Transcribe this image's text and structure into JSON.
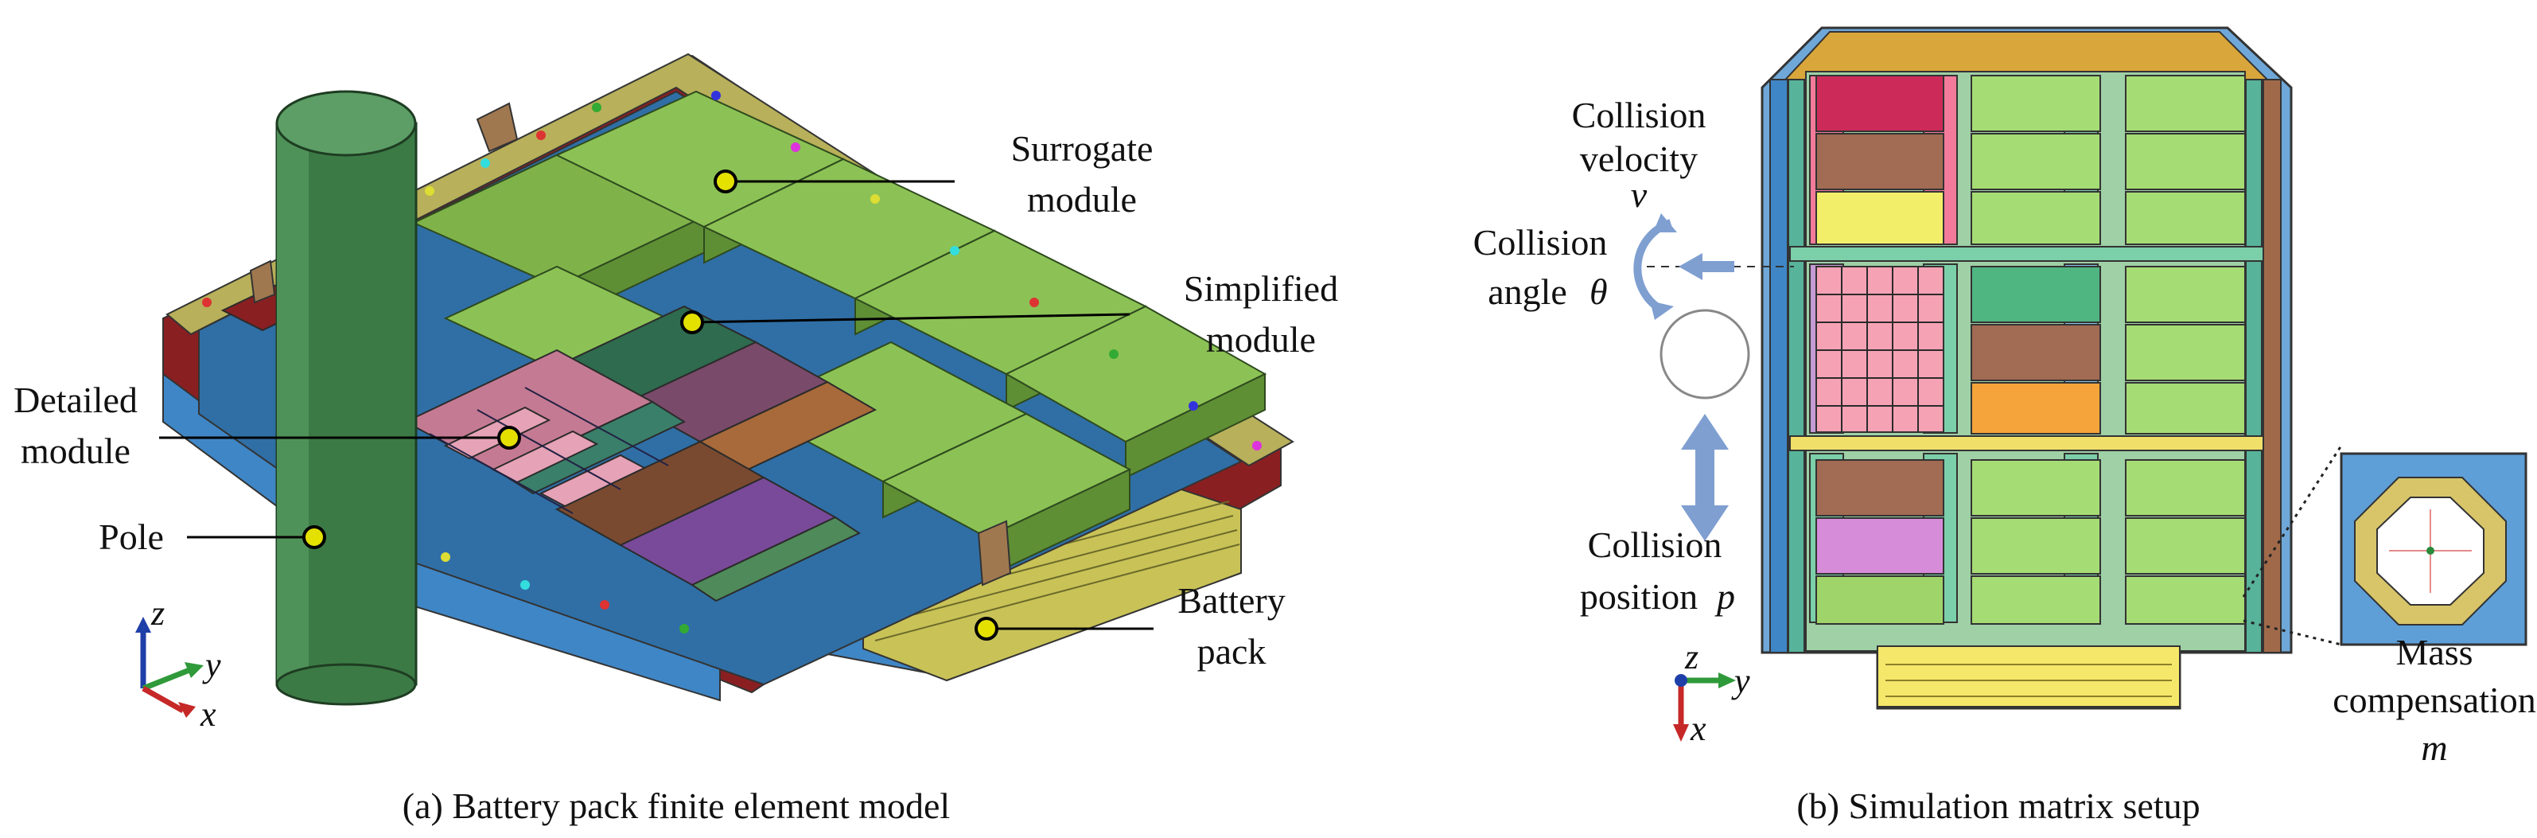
{
  "panel_a": {
    "caption": "(a) Battery pack finite element model",
    "labels": {
      "surrogate_l1": "Surrogate",
      "surrogate_l2": "module",
      "simplified_l1": "Simplified",
      "simplified_l2": "module",
      "detailed_l1": "Detailed",
      "detailed_l2": "module",
      "pole": "Pole",
      "battery_l1": "Battery",
      "battery_l2": "pack"
    },
    "axes": {
      "x": "x",
      "y": "y",
      "z": "z"
    }
  },
  "panel_b": {
    "caption": "(b) Simulation matrix setup",
    "labels": {
      "velocity_l1": "Collision",
      "velocity_l2": "velocity",
      "velocity_sym": "v",
      "angle_l1": "Collision",
      "angle_l2": "angle",
      "angle_sym": "θ",
      "position_l1": "Collision",
      "position_l2": "position",
      "position_sym": "p",
      "mass_l1": "Mass",
      "mass_l2": "compensation",
      "mass_sym": "m"
    },
    "axes": {
      "x": "x",
      "y": "y",
      "z": "z"
    }
  },
  "colors": {
    "marker": "#e4e000",
    "indicator_arrows": "#7f9fd1",
    "pole": "#3c7a45"
  }
}
